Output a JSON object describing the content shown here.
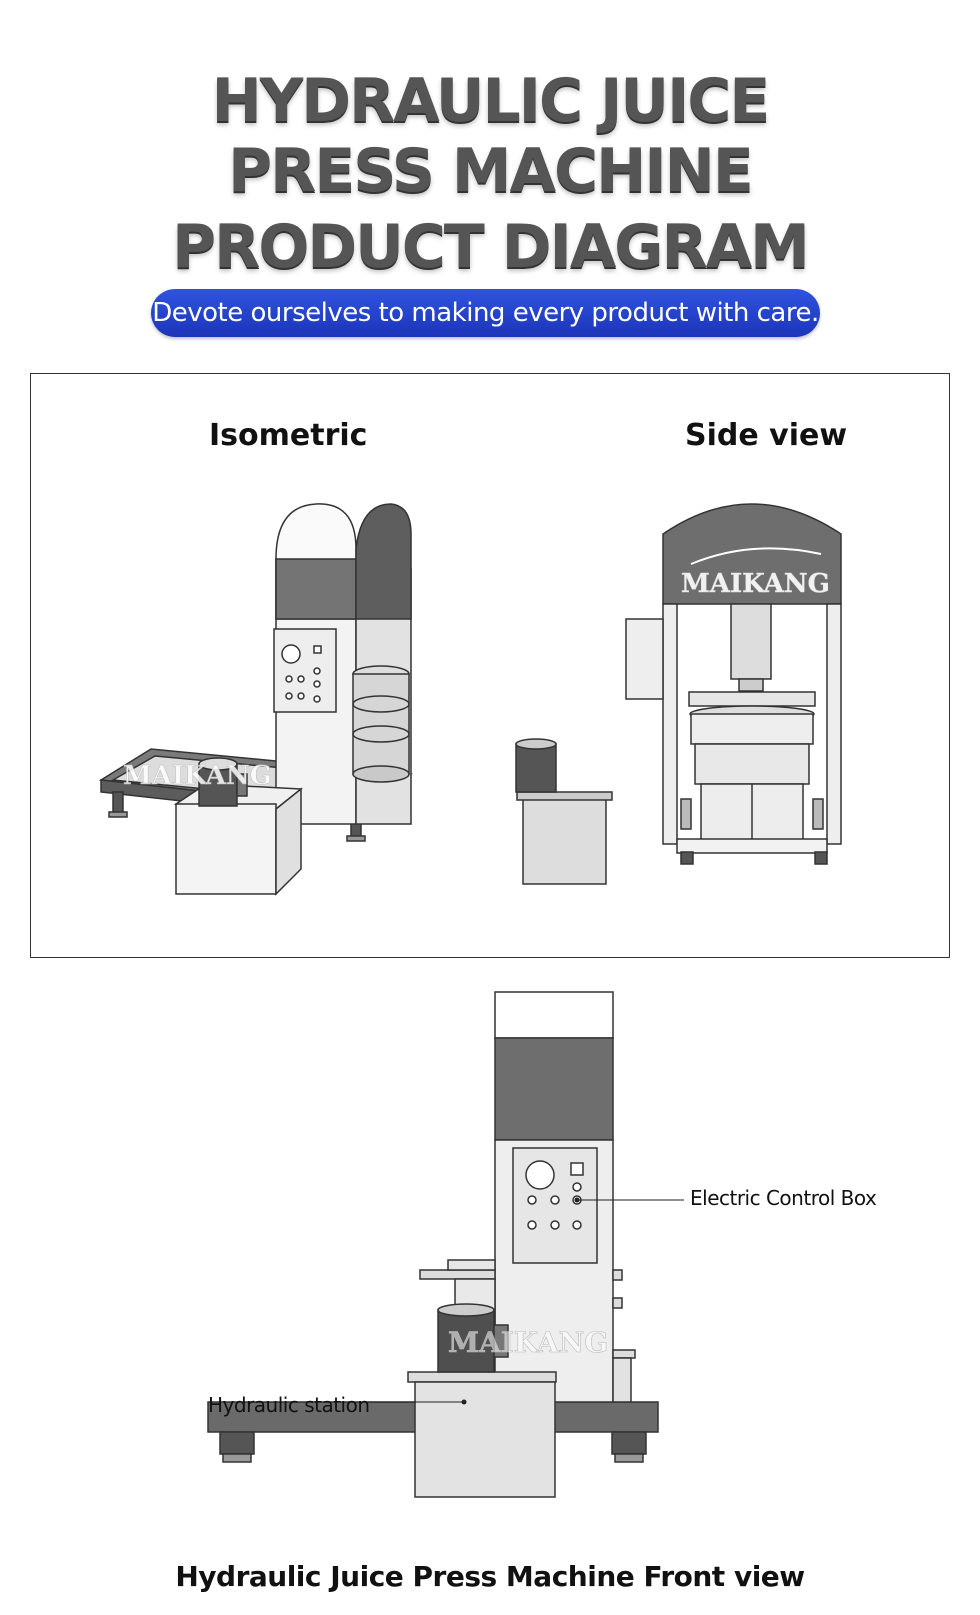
{
  "header": {
    "title_lines": [
      "HYDRAULIC JUICE",
      "PRESS MACHINE",
      "PRODUCT DIAGRAM"
    ],
    "tagline": "Devote ourselves to making every product with care."
  },
  "views": {
    "isometric_label": "Isometric",
    "side_view_label": "Side view"
  },
  "watermark": "MAIKANG",
  "callouts": {
    "electric_control_box": "Electric Control Box",
    "hydraulic_station": "Hydraulic station"
  },
  "caption": "Hydraulic Juice Press Machine Front view",
  "colors": {
    "tagline_bg": "#2a48d6",
    "machine_dark": "#6e6e6e",
    "machine_light": "#e9e9e9",
    "outline": "#333333"
  }
}
